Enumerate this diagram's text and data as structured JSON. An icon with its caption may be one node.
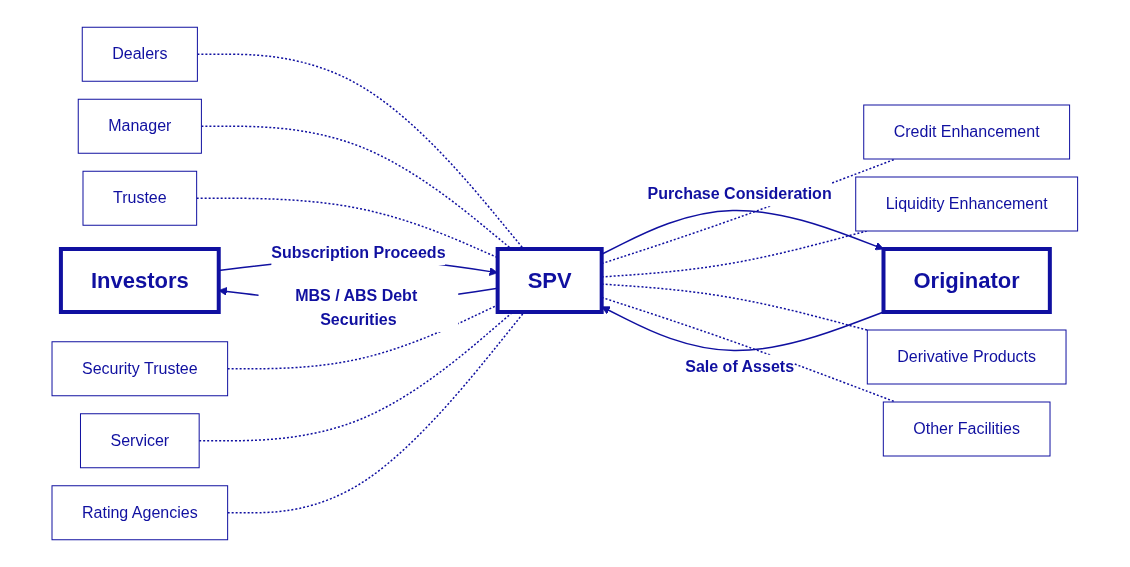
{
  "diagram": {
    "nodes": [
      {
        "text": [
          "Investors"
        ]
      },
      {
        "text": [
          "SPV"
        ]
      },
      {
        "text": [
          "Originator"
        ]
      },
      {
        "text": [
          "Dealers"
        ]
      },
      {
        "text": [
          "Manager"
        ]
      },
      {
        "text": [
          "Trustee"
        ]
      },
      {
        "text": [
          "Security Trustee"
        ]
      },
      {
        "text": [
          "Servicer"
        ]
      },
      {
        "text": [
          "Rating Agencies"
        ]
      },
      {
        "text": [
          "Credit Enhancement"
        ]
      },
      {
        "text": [
          "Liquidity Enhancement"
        ]
      },
      {
        "text": [
          "Derivative Products"
        ]
      },
      {
        "text": [
          "Other Facilities"
        ]
      }
    ],
    "edges": [
      {
        "from": 1,
        "to": 0,
        "arrow": "to",
        "label": "MBS / ABS Debt Securities"
      },
      {
        "from": 0,
        "to": 1,
        "arrow": "to",
        "label": "Subscription Proceeds"
      },
      {
        "from": 2,
        "to": 1,
        "arrow": "to",
        "label": "Sale of Assets"
      },
      {
        "from": 1,
        "to": 2,
        "arrow": "to",
        "label": "Purchase Consideration"
      },
      {
        "from": 3,
        "to": 1,
        "arrow": "none",
        "style": "dashed"
      },
      {
        "from": 4,
        "to": 1,
        "arrow": "none",
        "style": "dashed"
      },
      {
        "from": 5,
        "to": 1,
        "arrow": "none",
        "style": "dashed"
      },
      {
        "from": 6,
        "to": 1,
        "arrow": "none",
        "style": "dashed"
      },
      {
        "from": 7,
        "to": 1,
        "arrow": "none",
        "style": "dashed"
      },
      {
        "from": 8,
        "to": 1,
        "arrow": "none",
        "style": "dashed"
      },
      {
        "from": 1,
        "to": 9,
        "arrow": "none",
        "style": "dashed"
      },
      {
        "from": 1,
        "to": 10,
        "arrow": "none",
        "style": "dashed"
      },
      {
        "from": 1,
        "to": 11,
        "arrow": "none",
        "style": "dashed"
      },
      {
        "from": 1,
        "to": 12,
        "arrow": "none",
        "style": "dashed"
      }
    ]
  }
}
